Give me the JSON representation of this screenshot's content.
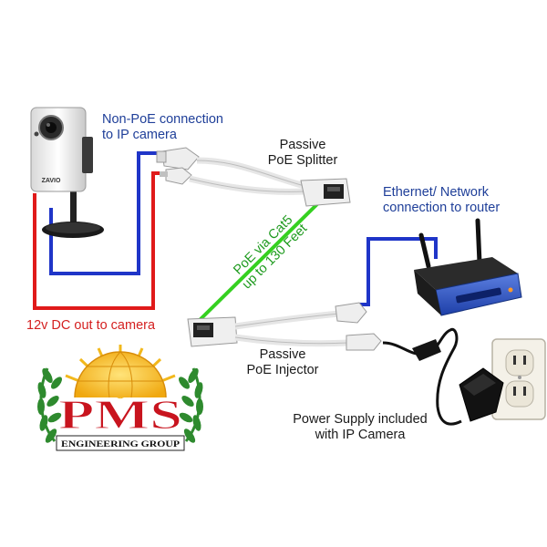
{
  "labels": {
    "non_poe": [
      "Non-PoE connection",
      "to IP camera"
    ],
    "splitter": [
      "Passive",
      "PoE Splitter"
    ],
    "ethernet": [
      "Ethernet/ Network",
      "connection to router"
    ],
    "cable": [
      "PoE via Cat5",
      "up to 130 Feet"
    ],
    "dc_out": "12v DC out to camera",
    "injector": [
      "Passive",
      "PoE Injector"
    ],
    "power_supply": [
      "Power Supply included",
      "with IP Camera"
    ]
  },
  "camera": {
    "brand": "ZAVIO"
  },
  "logo": {
    "letters": "PMS",
    "subtitle": "ENGINEERING GROUP"
  },
  "colors": {
    "blue_wire": "#1f35c8",
    "red_wire": "#e01a1a",
    "green_wire": "#35d020",
    "logo_red": "#c8141e",
    "logo_gold": "#f2b81c",
    "laurel": "#2e8a2e"
  }
}
